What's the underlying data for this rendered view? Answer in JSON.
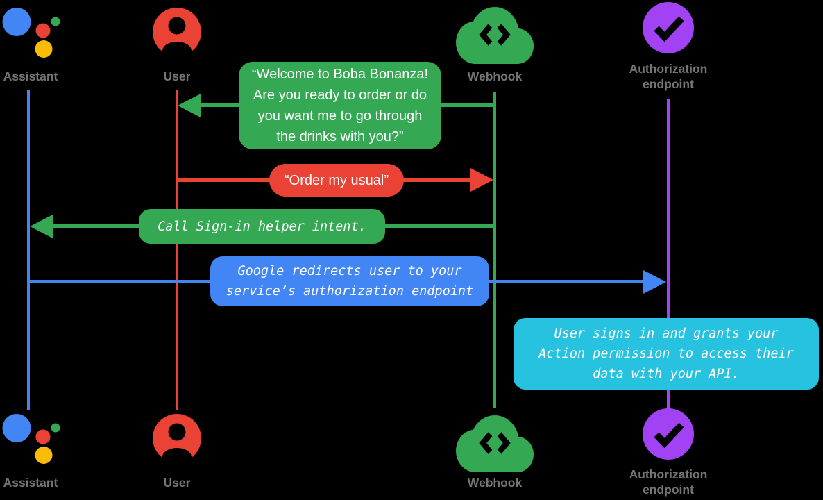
{
  "colors": {
    "blue": "#4285F4",
    "red": "#EA4335",
    "green": "#34A853",
    "yellow": "#FBBC05",
    "purple": "#A142F4",
    "cyan": "#26C2E0",
    "label_gray": "#757575",
    "message_text": "#FFFFFF",
    "background": "#000000"
  },
  "actors": {
    "assistant": {
      "label": "Assistant",
      "icon": "google-assistant-logo"
    },
    "user": {
      "label": "User",
      "icon": "person-icon"
    },
    "webhook": {
      "label": "Webhook",
      "icon": "cloud-code-icon"
    },
    "auth": {
      "label_line1": "Authorization",
      "label_line2": "endpoint",
      "icon": "check-circle-icon"
    }
  },
  "messages": {
    "welcome": {
      "from": "Webhook",
      "to": "User",
      "direction": "left",
      "lines": [
        "“Welcome to Boba Bonanza!",
        "Are you ready to order or do",
        "you want me to go through",
        "the drinks with you?”"
      ]
    },
    "order": {
      "from": "User",
      "to": "Webhook",
      "direction": "right",
      "text": "“Order my usual”"
    },
    "signin": {
      "from": "Webhook",
      "to": "Assistant",
      "direction": "left",
      "text": "Call Sign-in helper intent."
    },
    "redirect": {
      "from": "Assistant",
      "to": "Authorization endpoint",
      "direction": "right",
      "lines": [
        "Google redirects user to your",
        "service’s authorization endpoint"
      ]
    },
    "note": {
      "at": "Authorization endpoint",
      "lines": [
        "User signs in and grants your",
        "Action permission to access their",
        "data with your API."
      ]
    }
  }
}
